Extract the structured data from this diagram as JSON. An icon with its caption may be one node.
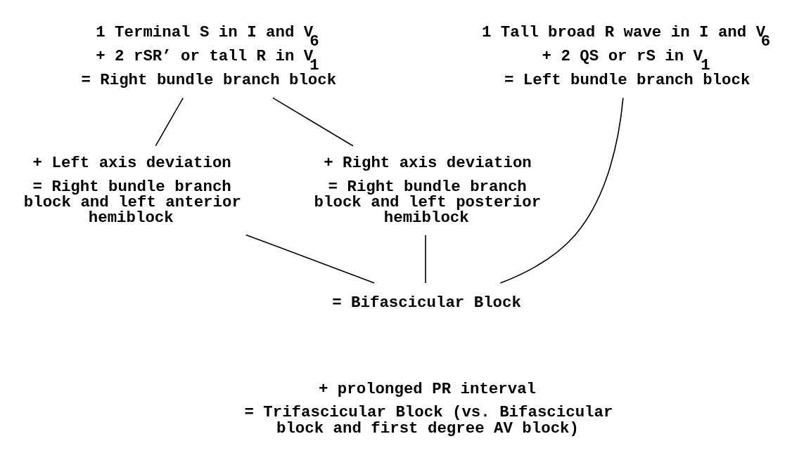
{
  "diagram": {
    "nodes": [
      {
        "text": [
          "1 Terminal S in I and V$_{6}$",
          "+ 2 rSR’ or tall R in V$_{1}$",
          "= Right bundle branch block"
        ]
      },
      {
        "text": [
          "1 Tall broad R wave in I and V$_{6}$",
          "+ 2 QS or rS in V$_{1}$",
          "= Left bundle branch block"
        ]
      },
      {
        "text": [
          "+ Left axis deviation",
          "= Right bundle branch block and left anterior hemiblock"
        ]
      },
      {
        "text": [
          "+ Right axis deviation",
          "= Right bundle branch block and left posterior hemiblock"
        ]
      },
      {
        "text": [
          "= Bifascicular Block"
        ]
      },
      {
        "text": [
          "+ prolonged PR interval",
          "= Trifascicular Block (vs. Bifascicular block and first degree AV block)"
        ]
      }
    ],
    "edges": [
      {
        "from": 0,
        "to": 2,
        "arrow": "none"
      },
      {
        "from": 0,
        "to": 3,
        "arrow": "none"
      },
      {
        "from": 2,
        "to": 4,
        "arrow": "none"
      },
      {
        "from": 3,
        "to": 4,
        "arrow": "none"
      },
      {
        "from": 1,
        "to": 4,
        "arrow": "none"
      }
    ]
  }
}
